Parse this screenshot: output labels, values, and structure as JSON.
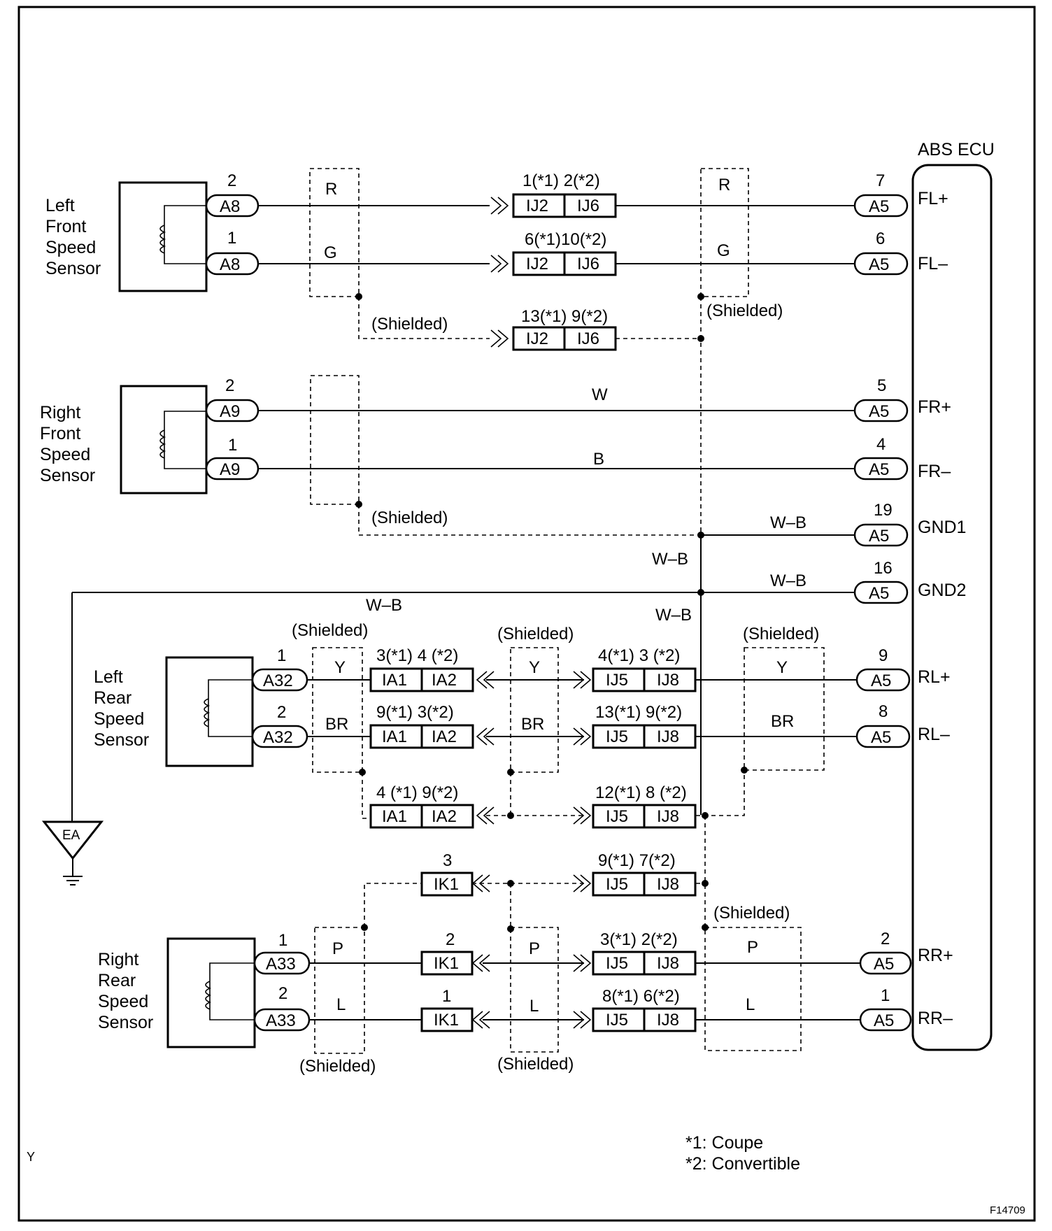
{
  "ecu": {
    "title": "ABS ECU",
    "terminals": [
      "FL+",
      "FL–",
      "FR+",
      "FR–",
      "GND1",
      "GND2",
      "RL+",
      "RL–",
      "RR+",
      "RR–"
    ]
  },
  "sensors": [
    {
      "lines": [
        "Left",
        "Front",
        "Speed",
        "Sensor"
      ]
    },
    {
      "lines": [
        "Right",
        "Front",
        "Speed",
        "Sensor"
      ]
    },
    {
      "lines": [
        "Left",
        "Rear",
        "Speed",
        "Sensor"
      ]
    },
    {
      "lines": [
        "Right",
        "Rear",
        "Speed",
        "Sensor"
      ]
    }
  ],
  "sensor_connectors": {
    "left_front": [
      {
        "pin": "2",
        "id": "A8"
      },
      {
        "pin": "1",
        "id": "A8"
      }
    ],
    "right_front": [
      {
        "pin": "2",
        "id": "A9"
      },
      {
        "pin": "1",
        "id": "A9"
      }
    ],
    "left_rear": [
      {
        "pin": "1",
        "id": "A32"
      },
      {
        "pin": "2",
        "id": "A32"
      }
    ],
    "right_rear": [
      {
        "pin": "1",
        "id": "A33"
      },
      {
        "pin": "2",
        "id": "A33"
      }
    ]
  },
  "ecu_connectors": [
    {
      "pin": "7",
      "id": "A5"
    },
    {
      "pin": "6",
      "id": "A5"
    },
    {
      "pin": "5",
      "id": "A5"
    },
    {
      "pin": "4",
      "id": "A5"
    },
    {
      "pin": "19",
      "id": "A5"
    },
    {
      "pin": "16",
      "id": "A5"
    },
    {
      "pin": "9",
      "id": "A5"
    },
    {
      "pin": "8",
      "id": "A5"
    },
    {
      "pin": "2",
      "id": "A5"
    },
    {
      "pin": "1",
      "id": "A5"
    }
  ],
  "junctions": {
    "ij_front_1": {
      "label": "1(*1) 2(*2)",
      "left": "IJ2",
      "right": "IJ6"
    },
    "ij_front_2": {
      "label": "6(*1)10(*2)",
      "left": "IJ2",
      "right": "IJ6"
    },
    "ij_front_3": {
      "label": "13(*1) 9(*2)",
      "left": "IJ2",
      "right": "IJ6"
    },
    "ia_1": {
      "label": "3(*1) 4 (*2)",
      "left": "IA1",
      "right": "IA2"
    },
    "ia_2": {
      "label": "9(*1) 3(*2)",
      "left": "IA1",
      "right": "IA2"
    },
    "ia_3": {
      "label": "4 (*1) 9(*2)",
      "left": "IA1",
      "right": "IA2"
    },
    "ij_rear_1": {
      "label": "4(*1) 3 (*2)",
      "left": "IJ5",
      "right": "IJ8"
    },
    "ij_rear_2": {
      "label": "13(*1) 9(*2)",
      "left": "IJ5",
      "right": "IJ8"
    },
    "ij_rear_3": {
      "label": "12(*1) 8 (*2)",
      "left": "IJ5",
      "right": "IJ8"
    },
    "ij_rear_4": {
      "label": "9(*1) 7(*2)",
      "left": "IJ5",
      "right": "IJ8"
    },
    "ij_rear_5": {
      "label": "3(*1) 2(*2)",
      "left": "IJ5",
      "right": "IJ8"
    },
    "ij_rear_6": {
      "label": "8(*1) 6(*2)",
      "left": "IJ5",
      "right": "IJ8"
    },
    "ik_1": {
      "pin": "3",
      "id": "IK1"
    },
    "ik_2": {
      "pin": "2",
      "id": "IK1"
    },
    "ik_3": {
      "pin": "1",
      "id": "IK1"
    }
  },
  "wire_colors": {
    "fl_plus": "R",
    "fl_minus": "G",
    "fr_plus": "W",
    "fr_minus": "B",
    "gnd": "W–B",
    "rl_plus": "Y",
    "rl_minus": "BR",
    "rr_plus": "P",
    "rr_minus": "L"
  },
  "shielded_label": "(Shielded)",
  "ground": {
    "label": "EA"
  },
  "legend": {
    "coupe": "*1: Coupe",
    "convertible": "*2: Convertible"
  },
  "figure_code": "F14709",
  "corner_mark": "Y"
}
